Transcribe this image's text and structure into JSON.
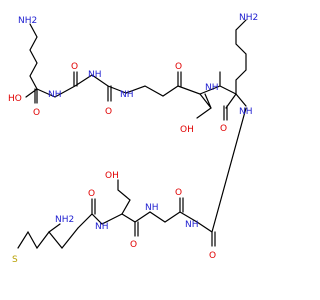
{
  "diagram": {
    "colors": {
      "bond": "#000000",
      "nitrogen": "#1f1fd0",
      "oxygen": "#e00000",
      "sulfur": "#b8a000",
      "background": "#ffffff"
    },
    "atoms": {
      "nh2_top_left": "NH2",
      "ho_acid": "HO",
      "o_acid": "O",
      "nh_lys1": "NH",
      "o_gly1": "O",
      "nh_gly2": "NH",
      "o_gly2": "O",
      "nh_ser1": "NH",
      "o_ser1": "O",
      "oh_ser1": "OH",
      "nh_lys2": "NH",
      "nh2_top_right": "NH2",
      "o_lys2": "O",
      "nh_link": "NH",
      "nh2_met": "NH2",
      "o_met": "O",
      "nh_ser2": "NH",
      "oh_ser2": "OH",
      "o_ser2": "O",
      "nh_gly3": "NH",
      "o_gly3": "O",
      "nh_gly4": "NH",
      "o_gly4": "O",
      "s_met": "S"
    }
  }
}
